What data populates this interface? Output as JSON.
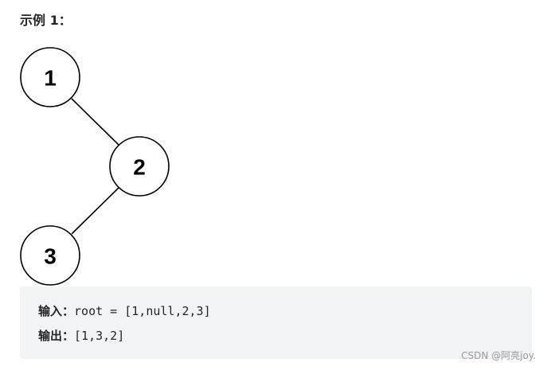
{
  "heading": "示例 1：",
  "tree": {
    "nodes": [
      {
        "id": "node-1",
        "label": "1"
      },
      {
        "id": "node-2",
        "label": "2"
      },
      {
        "id": "node-3",
        "label": "3"
      }
    ]
  },
  "example": {
    "input_key": "输入：",
    "input_value": "root = [1,null,2,3]",
    "output_key": "输出：",
    "output_value": "[1,3,2]"
  },
  "watermark": "CSDN @阿亮joy."
}
